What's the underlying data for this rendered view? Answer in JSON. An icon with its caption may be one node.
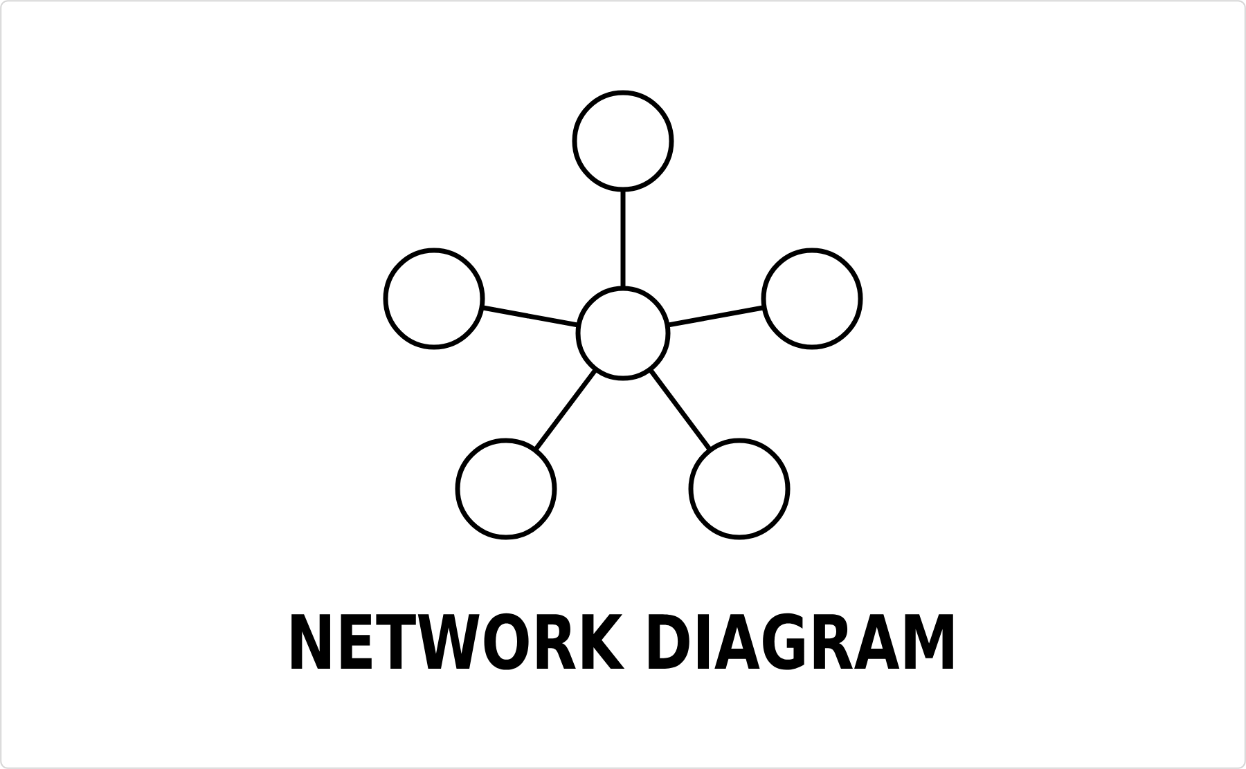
{
  "diagram": {
    "title": "NETWORK DIAGRAM",
    "nodes": [
      {
        "text": [],
        "shape": "circle"
      },
      {
        "text": [],
        "shape": "circle"
      },
      {
        "text": [],
        "shape": "circle"
      },
      {
        "text": [],
        "shape": "circle"
      },
      {
        "text": [],
        "shape": "circle"
      },
      {
        "text": [],
        "shape": "circle"
      }
    ],
    "edges": [
      {
        "from": 2,
        "to": 0,
        "arrow": "none"
      },
      {
        "from": 2,
        "to": 1,
        "arrow": "none"
      },
      {
        "from": 2,
        "to": 3,
        "arrow": "none"
      },
      {
        "from": 2,
        "to": 4,
        "arrow": "none"
      },
      {
        "from": 2,
        "to": 5,
        "arrow": "none"
      }
    ]
  }
}
